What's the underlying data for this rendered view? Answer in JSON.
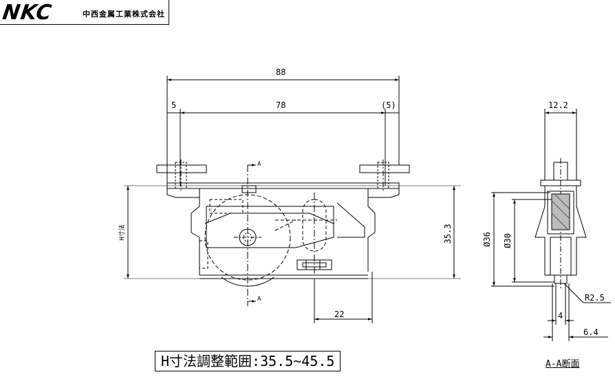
{
  "header": {
    "logo": "NKC",
    "company": "中西金属工業株式会社"
  },
  "front_view": {
    "overall_width": "88",
    "inner_width": "78",
    "left_offset": "5",
    "right_offset": "(5)",
    "height_right": "35.3",
    "height_left": "H寸法",
    "bottom_offset": "22",
    "section_mark_top": "A",
    "section_mark_bottom": "A"
  },
  "side_view": {
    "width": "12.2",
    "outer_dia": "Ø36",
    "inner_dia": "Ø30",
    "radius": "R2.5",
    "groove": "4",
    "width_bottom": "6.4",
    "label": "A-A断面"
  },
  "note": {
    "range": "H寸法調整範囲:35.5~45.5"
  }
}
